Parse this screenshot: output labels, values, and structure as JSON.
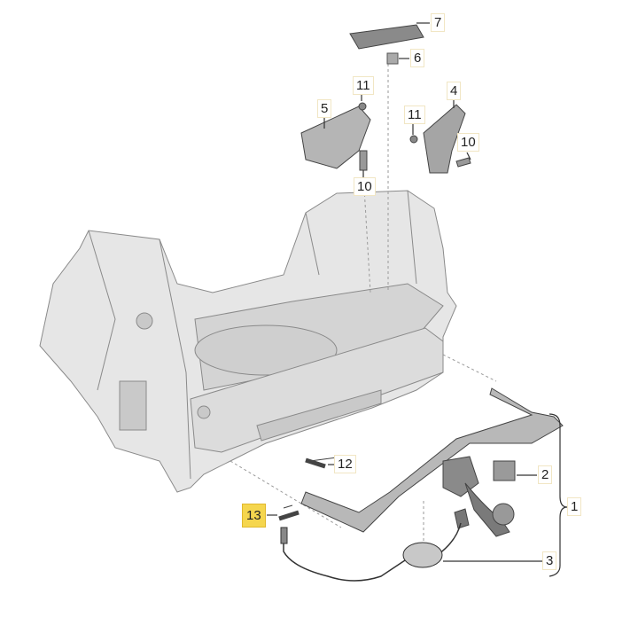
{
  "diagram": {
    "callouts": [
      {
        "id": "c7",
        "label": "7",
        "part": "step-pad"
      },
      {
        "id": "c6",
        "label": "6",
        "part": "pad-clip"
      },
      {
        "id": "c11a",
        "label": "11",
        "part": "nut"
      },
      {
        "id": "c5",
        "label": "5",
        "part": "left-bracket"
      },
      {
        "id": "c4",
        "label": "4",
        "part": "right-bracket"
      },
      {
        "id": "c11b",
        "label": "11",
        "part": "nut"
      },
      {
        "id": "c10a",
        "label": "10",
        "part": "bolt"
      },
      {
        "id": "c10b",
        "label": "10",
        "part": "bolt"
      },
      {
        "id": "c12",
        "label": "12",
        "part": "bolt"
      },
      {
        "id": "c2",
        "label": "2",
        "part": "ball-cap"
      },
      {
        "id": "c1",
        "label": "1",
        "part": "towbar-assembly"
      },
      {
        "id": "c13",
        "label": "13",
        "part": "bolt",
        "highlighted": true
      },
      {
        "id": "c3",
        "label": "3",
        "part": "wiring-harness"
      }
    ],
    "colors": {
      "part_fill": "#d9d9d9",
      "part_dark": "#8c8c8c",
      "outline": "#555555",
      "highlight": "#f5d64e",
      "label_border": "#f1e6c4"
    }
  }
}
